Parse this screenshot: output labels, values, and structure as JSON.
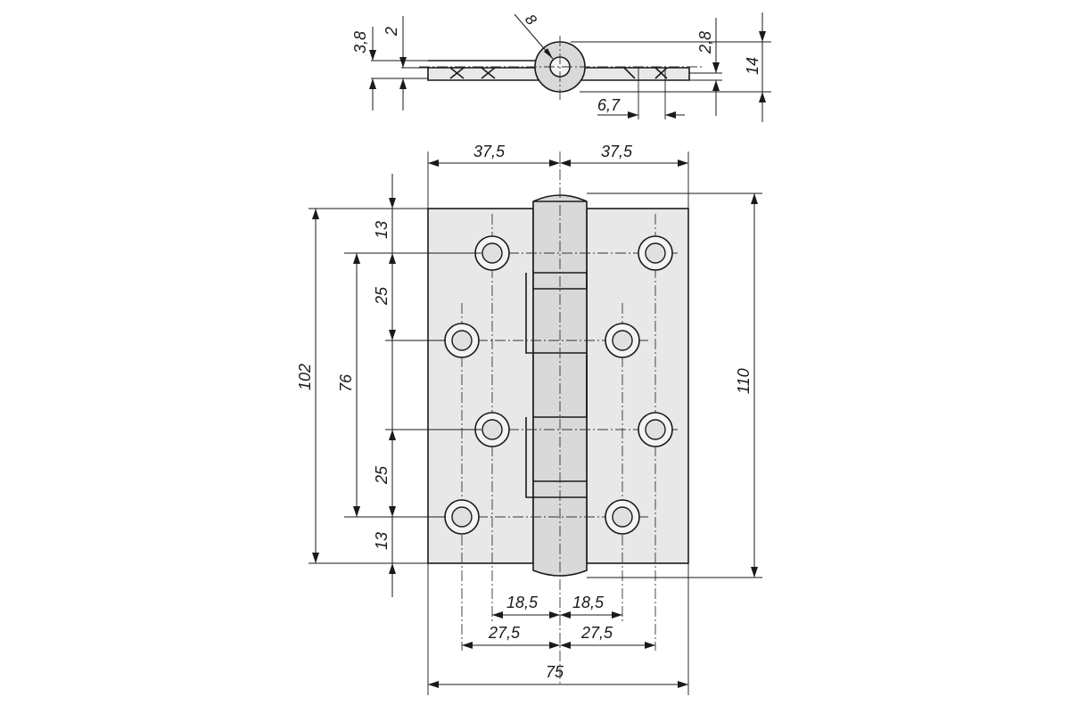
{
  "top_view": {
    "dims": {
      "d_3_8": "3,8",
      "d_2": "2",
      "d_8": "8",
      "d_2_8": "2,8",
      "d_14": "14",
      "d_6_7": "6,7"
    }
  },
  "front_view": {
    "dims": {
      "w_left": "37,5",
      "w_right": "37,5",
      "h_102": "102",
      "h_76": "76",
      "h_110": "110",
      "v_13_top": "13",
      "v_25_top": "25",
      "v_25_bottom": "25",
      "v_13_bottom": "13",
      "h_18_5_left": "18,5",
      "h_18_5_right": "18,5",
      "h_27_5_left": "27,5",
      "h_27_5_right": "27,5",
      "w_total": "75"
    }
  }
}
